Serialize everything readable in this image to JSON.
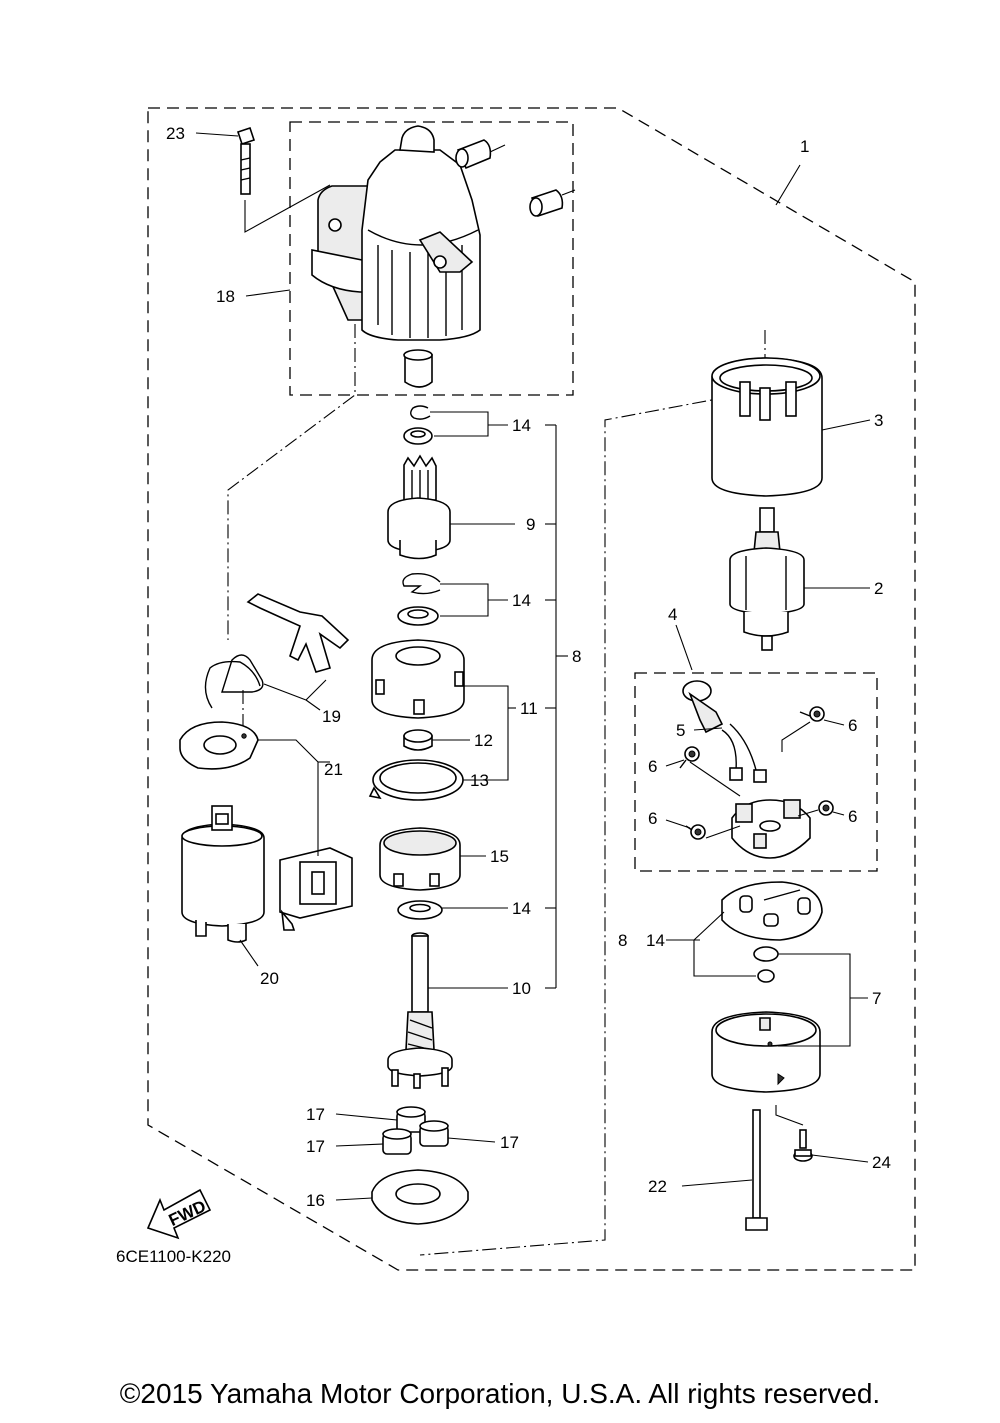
{
  "diagram": {
    "drawing_code": "6CE1100-K220",
    "fwd_label": "FWD",
    "copyright": "©2015 Yamaha Motor Corporation, U.S.A. All rights reserved.",
    "callouts": {
      "c1": "1",
      "c2": "2",
      "c3": "3",
      "c4": "4",
      "c5": "5",
      "c6a": "6",
      "c6b": "6",
      "c6c": "6",
      "c6d": "6",
      "c7": "7",
      "c8a": "8",
      "c8b": "8",
      "c9": "9",
      "c10": "10",
      "c11": "11",
      "c12": "12",
      "c13": "13",
      "c14a": "14",
      "c14b": "14",
      "c14c": "14",
      "c14d": "14",
      "c15": "15",
      "c16": "16",
      "c17a": "17",
      "c17b": "17",
      "c17c": "17",
      "c18": "18",
      "c19": "19",
      "c20": "20",
      "c21": "21",
      "c22": "22",
      "c23": "23",
      "c24": "24"
    }
  }
}
